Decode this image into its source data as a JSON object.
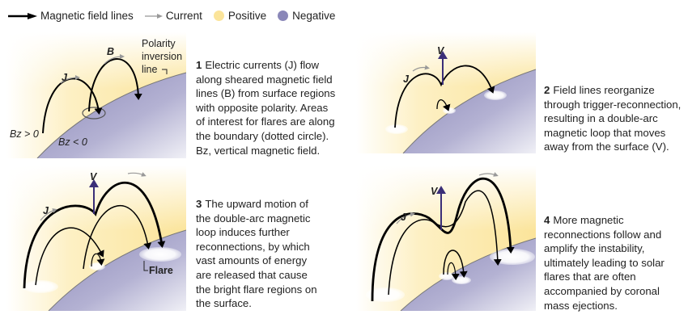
{
  "legend": {
    "field_lines": "Magnetic field lines",
    "current": "Current",
    "positive": "Positive",
    "negative": "Negative"
  },
  "colors": {
    "positive": "#fbe49a",
    "negative": "#8a87b8",
    "arrow_v": "#3b2f78"
  },
  "panel1": {
    "labels": {
      "J": "J",
      "B": "B",
      "polarity": [
        "Polarity",
        "inversion",
        "line"
      ],
      "bz_pos": "Bz > 0",
      "bz_neg": "Bz < 0"
    },
    "number": "1",
    "lines": [
      "Electric currents (J) flow",
      "along sheared magnetic field",
      "lines (B) from surface regions",
      "with opposite polarity. Areas",
      "of interest for flares are along",
      "the boundary (dotted circle).",
      "Bz, vertical magnetic field."
    ]
  },
  "panel2": {
    "labels": {
      "J": "J",
      "V": "V"
    },
    "number": "2",
    "lines": [
      "Field lines reorganize",
      "through trigger-reconnection,",
      "resulting in a double-arc",
      "magnetic loop that moves",
      "away from the surface (V)."
    ]
  },
  "panel3": {
    "labels": {
      "J": "J",
      "V": "V",
      "flare": "Flare"
    },
    "number": "3",
    "lines": [
      "The upward motion of",
      "the double-arc magnetic",
      "loop induces further",
      "reconnections, by which",
      "vast amounts of energy",
      "are released that cause",
      "the bright flare regions on",
      "the surface."
    ]
  },
  "panel4": {
    "labels": {
      "J": "J",
      "V": "V"
    },
    "number": "4",
    "lines": [
      "More magnetic",
      "reconnections follow and",
      "amplify the instability,",
      "ultimately leading to solar",
      "flares that are often",
      "accompanied by coronal",
      "mass ejections."
    ]
  }
}
